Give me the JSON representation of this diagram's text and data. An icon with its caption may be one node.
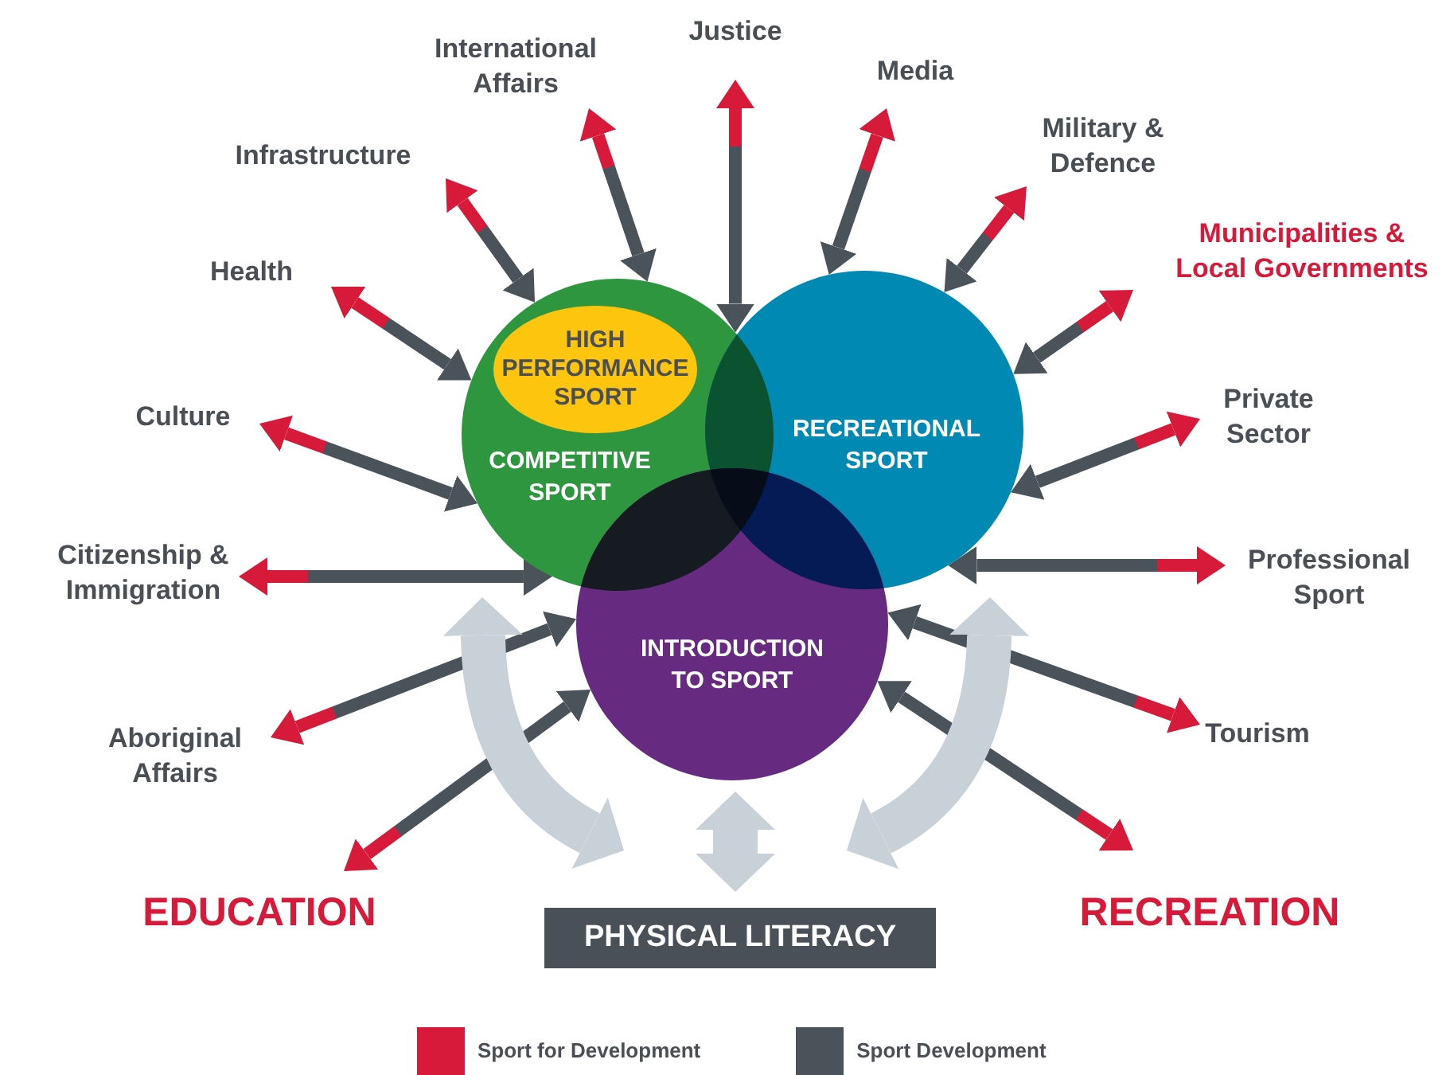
{
  "diagram": {
    "nodes": [
      {
        "text": [
          "Justice"
        ]
      },
      {
        "text": [
          "International Affairs"
        ]
      },
      {
        "text": [
          "Media"
        ]
      },
      {
        "text": [
          "Infrastructure"
        ]
      },
      {
        "text": [
          "Military & Defence"
        ]
      },
      {
        "text": [
          "Health"
        ]
      },
      {
        "text": [
          "Municipalities & Local Governments"
        ]
      },
      {
        "text": [
          "Culture"
        ]
      },
      {
        "text": [
          "COMPETITIVE SPORT"
        ]
      },
      {
        "text": [
          "HIGH PERFORMANCE SPORT"
        ],
        "in": 8
      },
      {
        "text": [
          "RECREATIONAL SPORT"
        ]
      },
      {
        "text": [
          "Private Sector"
        ]
      },
      {
        "text": [
          "Citizenship & Immigration"
        ]
      },
      {
        "text": [
          "Professional Sport"
        ]
      },
      {
        "text": [
          "INTRODUCTION TO SPORT"
        ]
      },
      {
        "text": [
          "Aboriginal Affairs"
        ]
      },
      {
        "text": [
          "Tourism"
        ]
      },
      {
        "text": [
          "EDUCATION"
        ]
      },
      {
        "text": [
          "PHYSICAL LITERACY"
        ]
      },
      {
        "text": [
          "RECREATION"
        ]
      }
    ],
    "edges": [
      {
        "from": 0,
        "to": 8,
        "arrow": "both"
      },
      {
        "from": 1,
        "to": 8,
        "arrow": "both"
      },
      {
        "from": 2,
        "to": 10,
        "arrow": "both"
      },
      {
        "from": 3,
        "to": 8,
        "arrow": "both"
      },
      {
        "from": 4,
        "to": 10,
        "arrow": "both"
      },
      {
        "from": 5,
        "to": 8,
        "arrow": "both"
      },
      {
        "from": 6,
        "to": 10,
        "arrow": "both"
      },
      {
        "from": 7,
        "to": 8,
        "arrow": "both"
      },
      {
        "from": 11,
        "to": 10,
        "arrow": "both"
      },
      {
        "from": 12,
        "to": 8,
        "arrow": "both"
      },
      {
        "from": 13,
        "to": 10,
        "arrow": "both"
      },
      {
        "from": 15,
        "to": 14,
        "arrow": "both"
      },
      {
        "from": 16,
        "to": 14,
        "arrow": "both"
      },
      {
        "from": 17,
        "to": 14,
        "arrow": "both"
      },
      {
        "from": 19,
        "to": 14,
        "arrow": "both"
      },
      {
        "from": 18,
        "to": 8,
        "arrow": "both",
        "color": "#c8d0d8"
      },
      {
        "from": 18,
        "to": 14,
        "arrow": "both",
        "color": "#c8d0d8"
      },
      {
        "from": 18,
        "to": 10,
        "arrow": "both",
        "color": "#c8d0d8"
      }
    ],
    "legend": [
      {
        "text": "Sport for Development",
        "color": "#d7193a"
      },
      {
        "text": "Sport Development",
        "color": "#4a525a"
      }
    ]
  }
}
